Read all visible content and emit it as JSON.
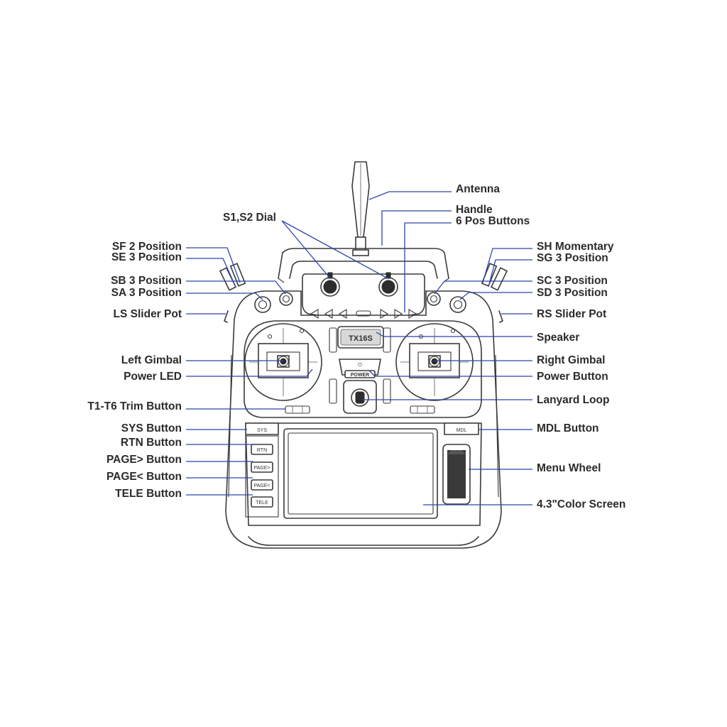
{
  "device": {
    "model_badge": "TX16S",
    "power_label": "POWER",
    "sys_label": "SYS",
    "mdl_label": "MDL",
    "rtn_label": "RTN",
    "page_next_label": "PAGE>",
    "page_prev_label": "PAGE<",
    "tele_label": "TELE"
  },
  "callouts": {
    "antenna": "Antenna",
    "handle": "Handle",
    "six_pos": "6 Pos Buttons",
    "dial": "S1,S2 Dial",
    "sf": "SF 2 Position",
    "se": "SE 3 Position",
    "sb": "SB 3 Position",
    "sa": "SA 3 Position",
    "ls": "LS Slider Pot",
    "sh": "SH Momentary",
    "sg": "SG 3 Position",
    "sc": "SC 3 Position",
    "sd": "SD 3 Position",
    "rs": "RS Slider Pot",
    "speaker": "Speaker",
    "left_gimbal": "Left Gimbal",
    "power_led": "Power LED",
    "right_gimbal": "Right Gimbal",
    "power_button": "Power Button",
    "lanyard": "Lanyard Loop",
    "trim": "T1-T6 Trim Button",
    "sys": "SYS Button",
    "mdl": "MDL Button",
    "rtn": "RTN Button",
    "page_next": "PAGE> Button",
    "page_prev": "PAGE< Button",
    "menu_wheel": "Menu Wheel",
    "tele": "TELE Button",
    "screen": "4.3\"Color Screen"
  },
  "colors": {
    "leader": "#2f45a8",
    "outline": "#3a3a3a",
    "text": "#2b2b2b"
  }
}
